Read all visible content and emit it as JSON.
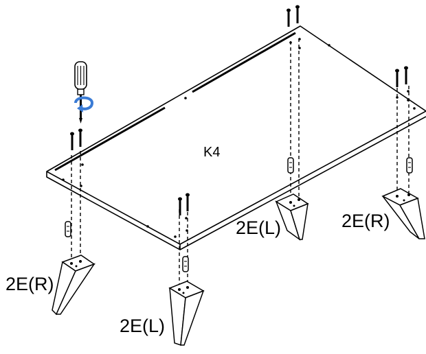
{
  "panel_label": "K4",
  "legs": [
    {
      "id": "front-left-leg",
      "label": "2E(R)"
    },
    {
      "id": "front-center-leg",
      "label": "2E(L)"
    },
    {
      "id": "back-center-leg",
      "label": "2E(L)"
    },
    {
      "id": "back-right-leg",
      "label": "2E(R)"
    }
  ],
  "colors": {
    "line": "#000000",
    "rotation_arrow": "#3a7bd5",
    "background": "#ffffff"
  },
  "icons": [
    "screwdriver-icon",
    "rotate-clockwise-icon",
    "screw-icon",
    "dowel-icon"
  ]
}
